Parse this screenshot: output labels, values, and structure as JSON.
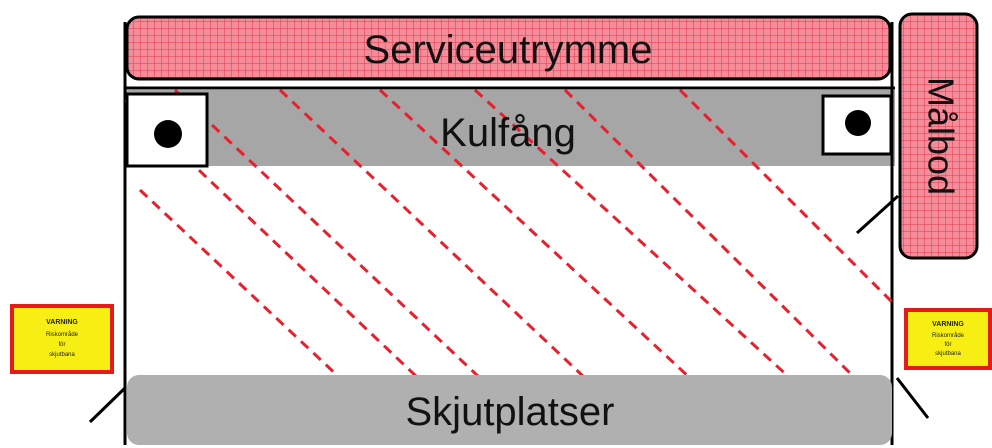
{
  "labels": {
    "service": "Serviceutrymme",
    "bullet_trap": "Kulfång",
    "target_booth": "Målbod",
    "shooting_positions": "Skjutplatser"
  },
  "warning_sign": {
    "title": "VARNING",
    "line1": "Riskområde",
    "line2": "för",
    "line3": "skjutbana"
  },
  "colors": {
    "service_fill": "#f58c9a",
    "hatch": "#e03a4a",
    "gray_band": "#a6a6a6",
    "shooting_fill": "#b0b0b0",
    "danger_stripes": "#e8202e",
    "sign_yellow": "#f7ef13",
    "sign_border": "#e51a1a",
    "outline": "#000000"
  }
}
